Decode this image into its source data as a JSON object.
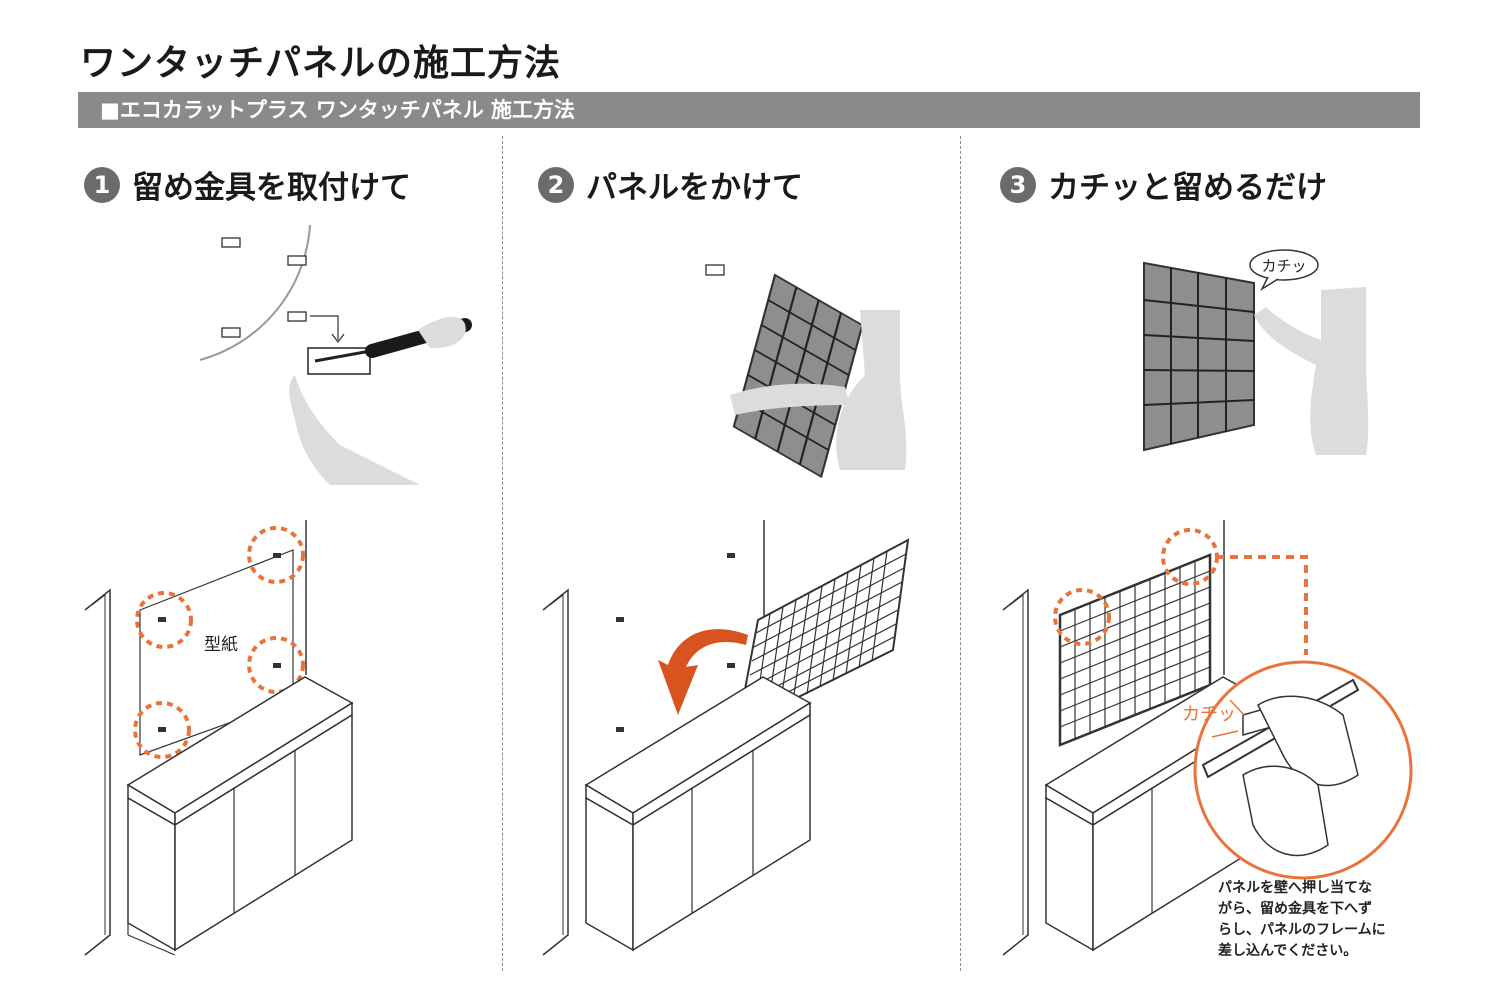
{
  "title": "ワンタッチパネルの施工方法",
  "section": "■エコカラットプラス ワンタッチパネル 施工方法",
  "steps": [
    {
      "num": "1",
      "heading": "留め金具を取付けて"
    },
    {
      "num": "2",
      "heading": "パネルをかけて"
    },
    {
      "num": "3",
      "heading": "カチッと留めるだけ"
    }
  ],
  "labels": {
    "template_paper": "型紙",
    "click_bubble": "カチッ",
    "click_sound": "カチッ"
  },
  "note_lines": [
    "パネルを壁へ押し当てな",
    "がら、留め金具を下へず",
    "らし、パネルのフレームに",
    "差し込んでください。"
  ],
  "colors": {
    "accent": "#e8743b",
    "arrow": "#d9531e",
    "bar": "#8a8a8a",
    "skin": "#dcdcdc",
    "panel": "#8e8e8e"
  }
}
